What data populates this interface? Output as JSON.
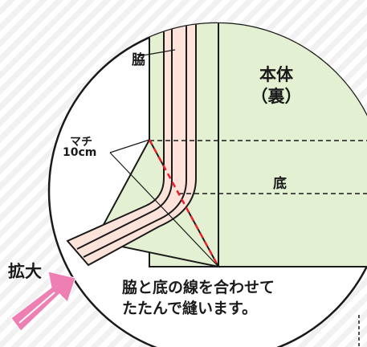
{
  "labels": {
    "side": "脇",
    "body_title_line1": "本体",
    "body_title_line2": "（裏）",
    "bottom": "底",
    "gusset_line1": "マチ",
    "gusset_line2": "10cm",
    "zoom": "拡大"
  },
  "caption": {
    "line1": "脇と底の線を合わせて",
    "line2": "たたんで縫います。"
  },
  "colors": {
    "fabric_green": "#e3f0d1",
    "seam_pink": "#fde3da",
    "dashed_red": "#e8202a",
    "outline": "#1a1a1a",
    "arrow_pink": "#ee7fb2"
  }
}
